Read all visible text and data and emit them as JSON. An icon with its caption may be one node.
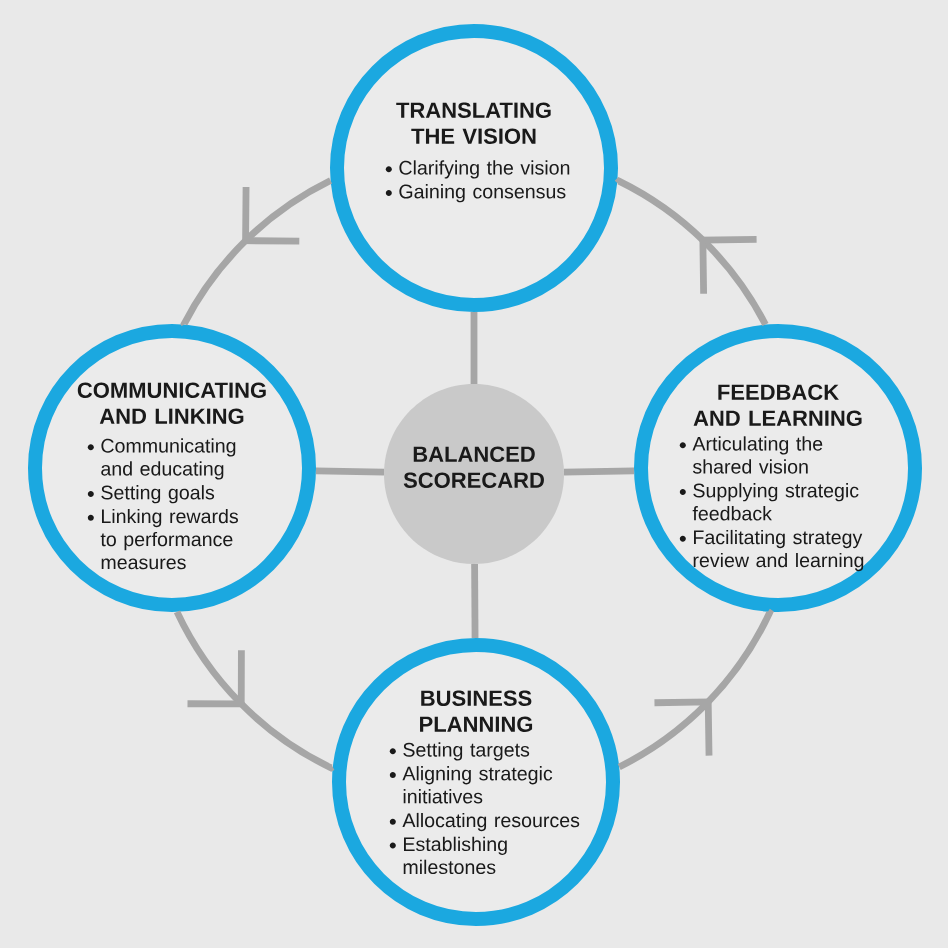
{
  "diagram": {
    "nodes": [
      {
        "text": [
          "TRANSLATING THE VISION",
          "Clarifying the vision",
          "Gaining consensus"
        ]
      },
      {
        "text": [
          "COMMUNICATING AND LINKING",
          "Communicating and educating",
          "Setting goals",
          "Linking rewards to performance measures"
        ]
      },
      {
        "text": [
          "BALANCED SCORECARD"
        ]
      },
      {
        "text": [
          "FEEDBACK AND LEARNING",
          "Articulating the shared vision",
          "Supplying strategic feedback",
          "Facilitating strategy review and learning"
        ]
      },
      {
        "text": [
          "BUSINESS PLANNING",
          "Setting targets",
          "Aligning strategic initiatives",
          "Allocating resources",
          "Establishing milestones"
        ]
      }
    ],
    "edges": [
      {
        "from": 0,
        "to": 1,
        "arrow": "to"
      },
      {
        "from": 1,
        "to": 4,
        "arrow": "to"
      },
      {
        "from": 4,
        "to": 3,
        "arrow": "to"
      },
      {
        "from": 3,
        "to": 0,
        "arrow": "to"
      },
      {
        "from": 2,
        "to": 0,
        "arrow": "none"
      },
      {
        "from": 2,
        "to": 1,
        "arrow": "none"
      },
      {
        "from": 2,
        "to": 3,
        "arrow": "none"
      },
      {
        "from": 2,
        "to": 4,
        "arrow": "none"
      }
    ]
  }
}
